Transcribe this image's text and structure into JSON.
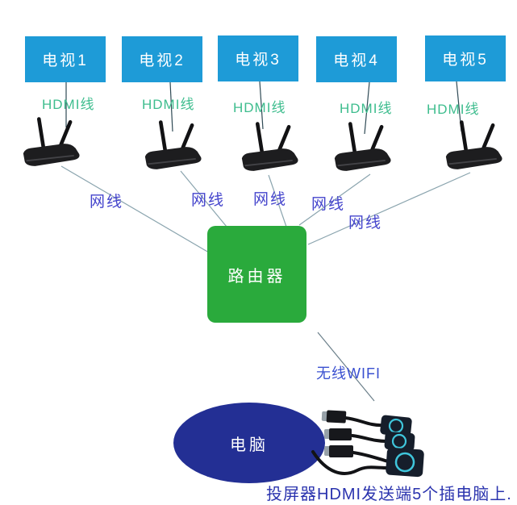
{
  "diagram_title": "wireless-screen-mirroring-topology",
  "tvs": [
    {
      "label": "电视1"
    },
    {
      "label": "电视2"
    },
    {
      "label": "电视3"
    },
    {
      "label": "电视4"
    },
    {
      "label": "电视5"
    }
  ],
  "hdmi_cables": [
    {
      "label": "HDMI线"
    },
    {
      "label": "HDMI线"
    },
    {
      "label": "HDMI线"
    },
    {
      "label": "HDMI线"
    },
    {
      "label": "HDMI线"
    }
  ],
  "lan_cables": [
    {
      "label": "网线"
    },
    {
      "label": "网线"
    },
    {
      "label": "网线"
    },
    {
      "label": "网线"
    },
    {
      "label": "网线"
    }
  ],
  "router": {
    "label": "路由器"
  },
  "wifi": {
    "label": "无线WIFI"
  },
  "computer": {
    "label": "电脑"
  },
  "caption": {
    "text": "投屏器HDMI发送端5个插电脑上."
  },
  "icons": {
    "receiver": "wireless-receiver-icon",
    "dongle": "hdmi-dongle-icon"
  },
  "colors": {
    "tv_box": "#1e9bd7",
    "router_box": "#2aaa3c",
    "computer_fill": "#232f94",
    "hdmi_text": "#3ebd8e",
    "lan_text": "#4444cc",
    "wifi_text": "#3a50d0",
    "caption_text": "#2a33ae",
    "connector_line": "#8aa4ae",
    "dongle_ring": "#3fc6dc"
  }
}
